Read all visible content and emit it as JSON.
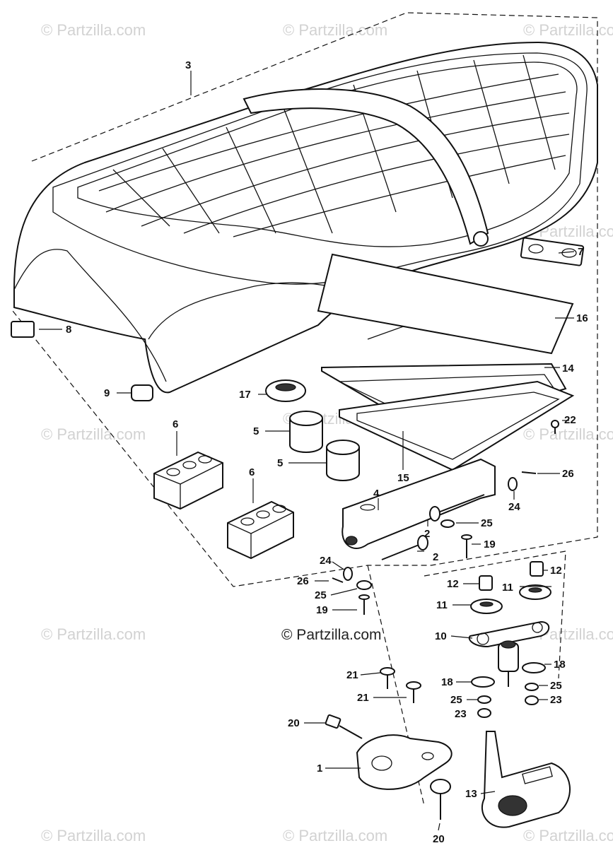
{
  "watermark": {
    "text": "© Partzilla.com",
    "main_text": "© Partzilla.com"
  },
  "callouts": {
    "c1": "1",
    "c2a": "2",
    "c2b": "2",
    "c3": "3",
    "c4": "4",
    "c5a": "5",
    "c5b": "5",
    "c6a": "6",
    "c6b": "6",
    "c7": "7",
    "c8": "8",
    "c9": "9",
    "c10": "10",
    "c11a": "11",
    "c11b": "11",
    "c12a": "12",
    "c12b": "12",
    "c13": "13",
    "c14": "14",
    "c15": "15",
    "c16": "16",
    "c17": "17",
    "c18a": "18",
    "c18b": "18",
    "c19a": "19",
    "c19b": "19",
    "c20a": "20",
    "c20b": "20",
    "c21a": "21",
    "c21b": "21",
    "c22": "22",
    "c23a": "23",
    "c23b": "23",
    "c24a": "24",
    "c24b": "24",
    "c25a": "25",
    "c25b": "25",
    "c25c": "25",
    "c25d": "25",
    "c26a": "26",
    "c26b": "26"
  }
}
